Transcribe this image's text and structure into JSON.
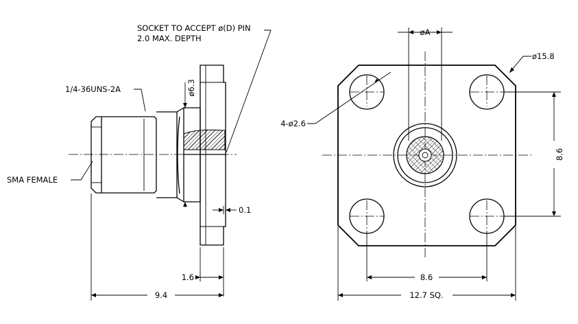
{
  "labels": {
    "socket_line1": "SOCKET TO ACCEPT ø(D) PIN",
    "socket_line2": "2.0 MAX. DEPTH",
    "thread": "1/4-36UNS-2A",
    "sma_female": "SMA FEMALE",
    "dia_6_3": "ø6.3",
    "dim_0_1": "0.1",
    "dim_1_6": "1.6",
    "dim_9_4": "9.4",
    "dia_a": "øA",
    "dia_15_8": "ø15.8",
    "holes": "4-ø2.6",
    "dim_8_6_v": "8.6",
    "dim_8_6_h": "8.6",
    "dim_12_7": "12.7 SQ."
  }
}
